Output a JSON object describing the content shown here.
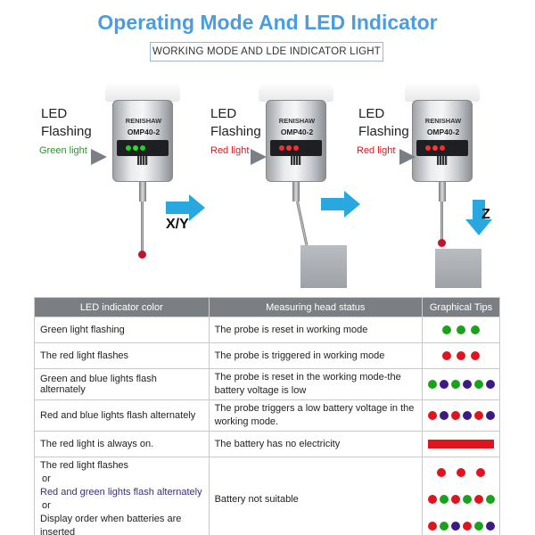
{
  "header": {
    "title": "Operating Mode And LED Indicator",
    "subtitle": "WORKING MODE AND LDE INDICATOR LIGHT"
  },
  "probes": [
    {
      "brand": "RENISHAW",
      "model": "OMP40-2",
      "label_line1": "LED",
      "label_line2": "Flashing",
      "light_text": "Green light",
      "light_color": "#1aa31a",
      "led_colors": [
        "#1fd31f",
        "#28e028",
        "#1fd31f"
      ]
    },
    {
      "brand": "RENISHAW",
      "model": "OMP40-2",
      "label_line1": "LED",
      "label_line2": "Flashing",
      "light_text": "Red light",
      "light_color": "#e0141e",
      "led_colors": [
        "#ff2a2a",
        "#ff3535",
        "#ff2a2a"
      ],
      "motion": "X/Y"
    },
    {
      "brand": "RENISHAW",
      "model": "OMP40-2",
      "label_line1": "LED",
      "label_line2": "Flashing",
      "light_text": "Red light",
      "light_color": "#e0141e",
      "led_colors": [
        "#ff2a2a",
        "#ff3535",
        "#ff2a2a"
      ],
      "motion": "Z"
    }
  ],
  "table": {
    "headers": [
      "LED indicator color",
      "Measuring head status",
      "Graphical Tips"
    ],
    "rows": [
      {
        "color_lines": [
          "Green light flashing"
        ],
        "status": "The probe is reset in working mode",
        "tips": [
          [
            "green",
            "green",
            "green"
          ]
        ]
      },
      {
        "color_lines": [
          "The red light flashes"
        ],
        "status": "The probe is triggered in working mode",
        "tips": [
          [
            "red",
            "red",
            "red"
          ]
        ]
      },
      {
        "color_lines": [
          "Green and blue lights flash alternately"
        ],
        "status": "The probe is reset in the working mode-the battery voltage is low",
        "tips": [
          [
            "green",
            "purple",
            "green",
            "purple",
            "green",
            "purple"
          ]
        ]
      },
      {
        "color_lines": [
          "Red and blue lights flash alternately"
        ],
        "status": "The probe triggers a low battery voltage in the working mode.",
        "tips": [
          [
            "red",
            "purple",
            "red",
            "purple",
            "red",
            "purple"
          ]
        ]
      },
      {
        "color_lines": [
          "The red light is always on."
        ],
        "status": "The battery has no electricity",
        "tips": "bar"
      },
      {
        "color_lines": [
          "The red light flashes",
          "or",
          "Red and green lights flash alternately",
          "or",
          "Display order when batteries are inserted"
        ],
        "status": "Battery not suitable",
        "tips": [
          [
            "red",
            "red",
            "red"
          ],
          [
            "red",
            "green",
            "red",
            "green",
            "red",
            "green"
          ],
          [
            "red",
            "green",
            "purple",
            "red",
            "green",
            "purple"
          ]
        ]
      }
    ]
  },
  "colors": {
    "green": "#1aa31a",
    "red": "#e0141e",
    "purple": "#3c1a86",
    "accent_blue": "#29a8e0",
    "title_blue": "#4a9ee0",
    "header_gray": "#7b7e82"
  }
}
